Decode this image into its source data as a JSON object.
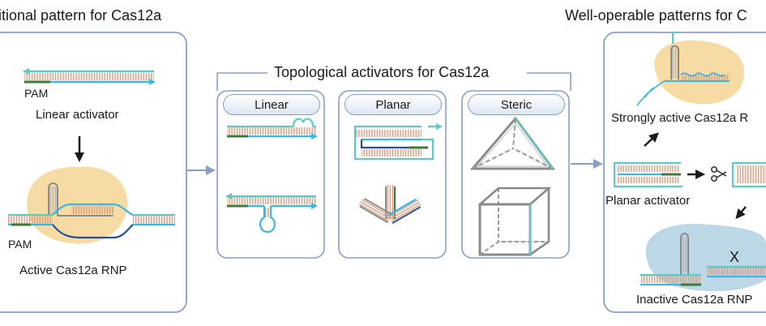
{
  "headings": {
    "left": "itional pattern for Cas12a",
    "center": "Topological activators for Cas12a",
    "right": "Well-operable patterns for C"
  },
  "panels": {
    "linear": "Linear",
    "planar": "Planar",
    "steric": "Steric"
  },
  "labels": {
    "pam_top": "PAM",
    "linear_activator": "Linear activator",
    "pam_bottom": "PAM",
    "active_rnp": "Active Cas12a RNP",
    "strongly_active": "Strongly active Cas12a R",
    "planar_activator": "Planar activator",
    "mark_x": "X",
    "inactive_rnp": "Inactive Cas12a RNP"
  },
  "colors": {
    "frame": "#8a9fc6",
    "cyan_strand": "#3ab7e4",
    "teal_strand": "#5fc9c4",
    "pam_green": "#3d7a3a",
    "protein": "#f6dca4",
    "protein_inactive": "#bcd7e6",
    "tick": "#d59a7c",
    "grey_strand": "#8a8a8a"
  },
  "icons": [
    "arrow-down-icon",
    "arrow-right-icon",
    "scissors-icon",
    "arrow-diagonal-icon"
  ]
}
